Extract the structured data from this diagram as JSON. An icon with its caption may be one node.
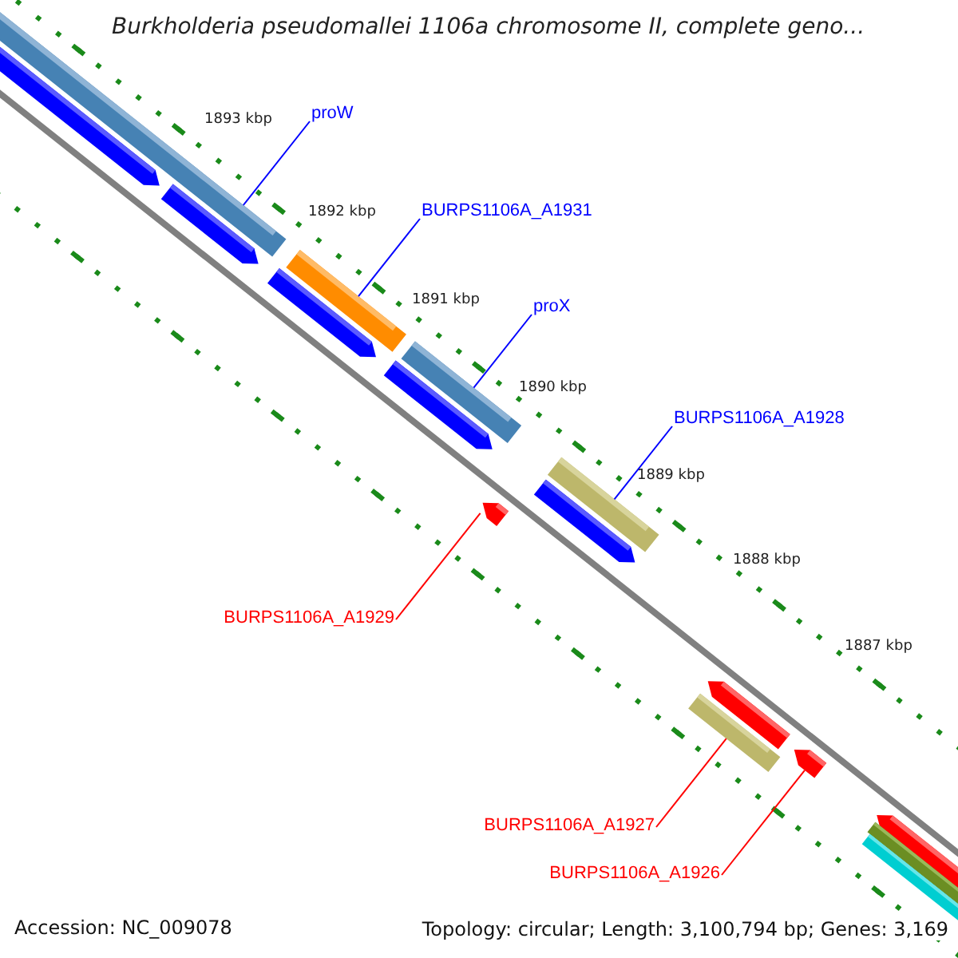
{
  "diagram": {
    "title": "Burkholderia pseudomallei 1106a chromosome II, complete geno...",
    "nodes": [
      {
        "text": [
          "proW"
        ]
      },
      {
        "text": [],
        "shape": "bar"
      },
      {
        "text": [
          "BURPS1106A_A1931"
        ]
      },
      {
        "text": [],
        "shape": "bar"
      },
      {
        "text": [
          "proX"
        ]
      },
      {
        "text": [],
        "shape": "bar"
      },
      {
        "text": [
          "BURPS1106A_A1928"
        ]
      },
      {
        "text": [],
        "shape": "bar"
      },
      {
        "text": [
          "BURPS1106A_A1929"
        ]
      },
      {
        "text": [],
        "shape": "bar"
      },
      {
        "text": [
          "BURPS1106A_A1927"
        ]
      },
      {
        "text": [],
        "shape": "bar"
      },
      {
        "text": [
          "BURPS1106A_A1926"
        ]
      },
      {
        "text": [],
        "shape": "bar"
      }
    ],
    "edges": [
      {
        "from": 0,
        "to": 1,
        "arrow": "none"
      },
      {
        "from": 2,
        "to": 3,
        "arrow": "none"
      },
      {
        "from": 4,
        "to": 5,
        "arrow": "none"
      },
      {
        "from": 6,
        "to": 7,
        "arrow": "none"
      },
      {
        "from": 8,
        "to": 9,
        "arrow": "none",
        "color": "#ff0000"
      },
      {
        "from": 10,
        "to": 11,
        "arrow": "none",
        "color": "#ff0000"
      },
      {
        "from": 12,
        "to": 13,
        "arrow": "none",
        "color": "#ff0000"
      }
    ],
    "labels": [
      "1893 kbp",
      "1892 kbp",
      "1891 kbp",
      "1890 kbp",
      "1889 kbp",
      "1888 kbp",
      "1887 kbp",
      "Accession: NC_009078",
      "Topology: circular; Length: 3,100,794 bp; Genes: 3,169"
    ]
  }
}
